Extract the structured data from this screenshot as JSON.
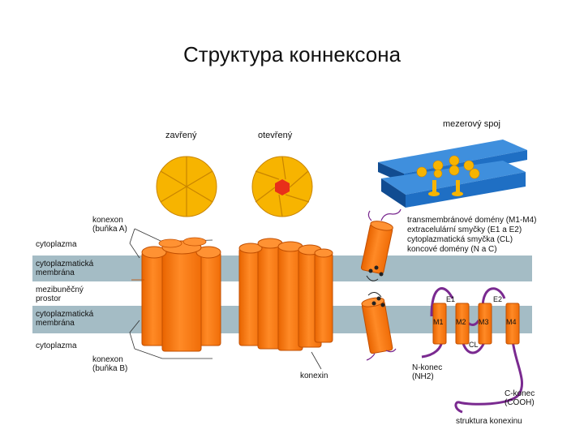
{
  "title": "Структура коннексона",
  "top_labels": {
    "closed": "zavřený",
    "open": "otevřený",
    "gap_junction": "mezerový spoj"
  },
  "left_labels": {
    "connexon_a_line1": "konexon",
    "connexon_a_line2": "(buňka A)",
    "cytoplasm_top": "cytoplazma",
    "membrane_top_line1": "cytoplazmatická",
    "membrane_top_line2": "membrána",
    "intercellular_line1": "mezibuněčný",
    "intercellular_line2": "prostor",
    "membrane_bottom_line1": "cytoplazmatická",
    "membrane_bottom_line2": "membrána",
    "cytoplasm_bottom": "cytoplazma",
    "connexon_b_line1": "konexon",
    "connexon_b_line2": "(buňka B)"
  },
  "center_labels": {
    "connexin": "konexin"
  },
  "legend": {
    "line1": "transmembránové domény (M1-M4)",
    "line2": "extracelulární smyčky (E1 a E2)",
    "line3": "cytoplazmatická smyčka (CL)",
    "line4": "koncové domény (N a C)"
  },
  "connexin_structure": {
    "domains": [
      "M1",
      "M2",
      "M3",
      "M4"
    ],
    "loops": [
      "E1",
      "E2",
      "CL"
    ],
    "n_terminus_line1": "N-konec",
    "n_terminus_line2": "(NH2)",
    "c_terminus_line1": "C-konec",
    "c_terminus_line2": "(COOH)",
    "caption": "struktura konexinu"
  },
  "colors": {
    "membrane_band": "#a4bcc5",
    "connexin_orange": "#ff7f1a",
    "connexin_dark": "#d75a00",
    "pore_yellow": "#f7b400",
    "pore_red": "#e8301a",
    "gap_blue": "#1f6fc4",
    "gap_blue_dark": "#114c91",
    "chain_purple": "#7a2a90"
  }
}
